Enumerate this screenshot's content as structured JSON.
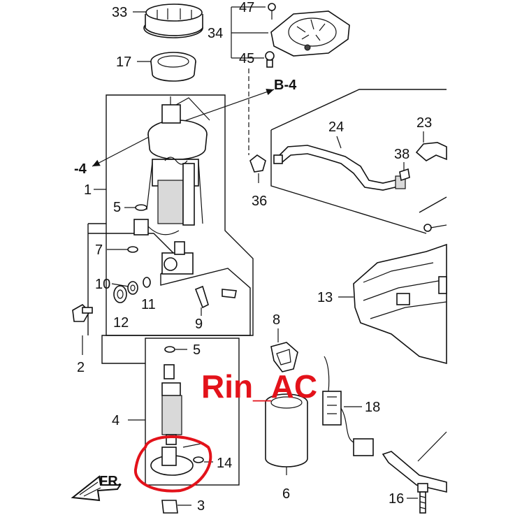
{
  "callouts": {
    "c33": "33",
    "c47": "47",
    "c34": "34",
    "c17": "17",
    "c45": "45",
    "c1": "1",
    "c5a": "5",
    "c7": "7",
    "c10": "10",
    "c11": "11",
    "c12": "12",
    "c9": "9",
    "c2": "2",
    "c5b": "5",
    "c4": "4",
    "c14": "14",
    "c3": "3",
    "c36": "36",
    "c24": "24",
    "c23": "23",
    "c38": "38",
    "c13": "13",
    "c8": "8",
    "c18": "18",
    "c6": "6",
    "c16": "16"
  },
  "refs": {
    "b4_top": "B-4",
    "b4_left": "-4"
  },
  "watermark": {
    "text": "Rin_AC",
    "color": "#e3121a"
  },
  "direction": {
    "label": "FR."
  },
  "colors": {
    "ink": "#111111",
    "highlight": "#e3121a",
    "background": "#ffffff"
  }
}
